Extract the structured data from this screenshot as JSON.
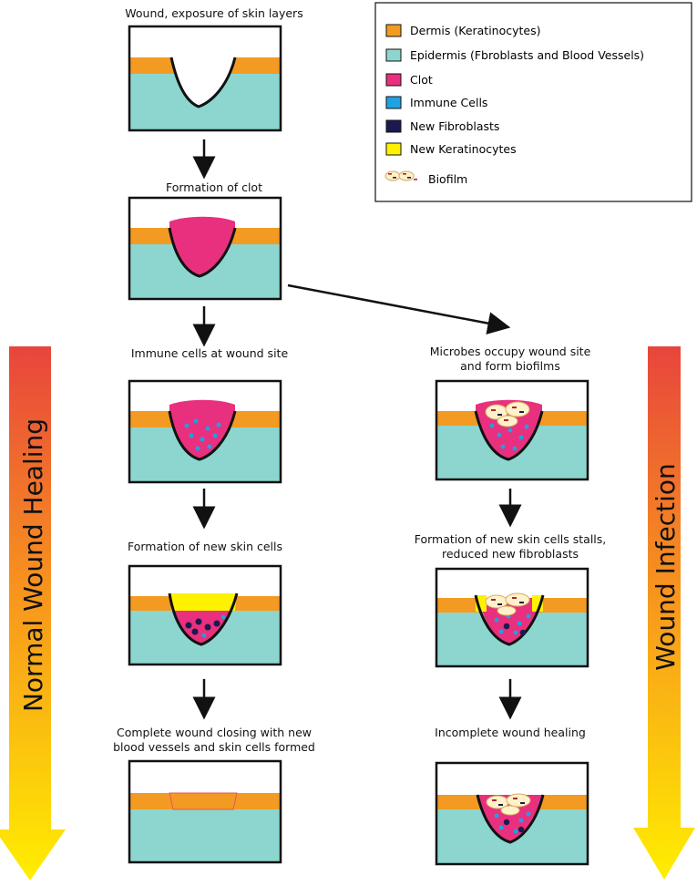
{
  "legend": {
    "items": [
      {
        "label": "Dermis (Keratinocytes)",
        "color": "#f39a22"
      },
      {
        "label": "Epidermis (Fbroblasts and Blood Vessels)",
        "color": "#8dd6d0"
      },
      {
        "label": "Clot",
        "color": "#e8307e"
      },
      {
        "label": "Immune Cells",
        "color": "#1da2e3"
      },
      {
        "label": "New Fibroblasts",
        "color": "#1b1a4e"
      },
      {
        "label": "New Keratinocytes",
        "color": "#fff200"
      },
      {
        "label": "Biofilm",
        "color": "#fff2c8"
      }
    ]
  },
  "steps": {
    "wound": "Wound, exposure of skin layers",
    "clot": "Formation of clot",
    "immune": "Immune cells at wound site",
    "microbes_l1": "Microbes occupy wound site",
    "microbes_l2": "and form biofilms",
    "new_cells": "Formation of new skin cells",
    "stalls_l1": "Formation of new skin cells stalls,",
    "stalls_l2": "reduced new fibroblasts",
    "complete_l1": "Complete wound closing with new",
    "complete_l2": "blood vessels and skin cells formed",
    "incomplete": "Incomplete wound healing"
  },
  "side_labels": {
    "left": "Normal Wound Healing",
    "right": "Wound Infection"
  },
  "colors": {
    "dermis": "#f39a22",
    "epidermis": "#8dd6d0",
    "clot": "#e8307e",
    "immune": "#1da2e3",
    "fibroblast": "#1b1a4e",
    "keratinocyte": "#fff200",
    "biofilm": "#fff2c8",
    "gradient_top": "#e8453c",
    "gradient_bottom": "#ffee00"
  },
  "icons": [
    "down-arrow-icon",
    "diagonal-arrow-icon",
    "biofilm-icon"
  ]
}
